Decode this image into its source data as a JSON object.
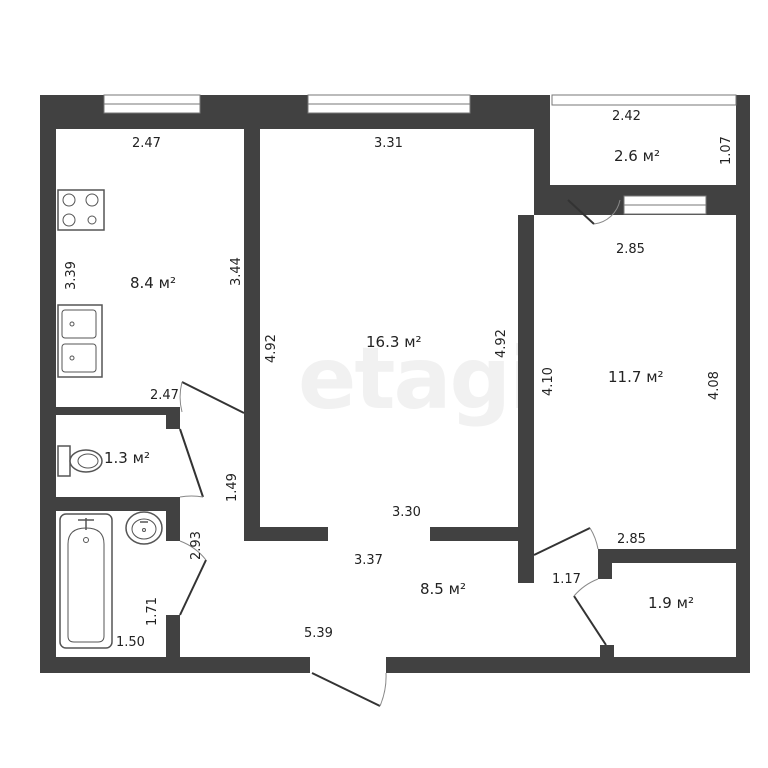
{
  "watermark": "etagi",
  "unit_suffix": "м²",
  "rooms": [
    {
      "id": "kitchen",
      "area": "8.4"
    },
    {
      "id": "living",
      "area": "16.3"
    },
    {
      "id": "balcony",
      "area": "2.6"
    },
    {
      "id": "bedroom",
      "area": "11.7"
    },
    {
      "id": "toilet",
      "area": "1.3"
    },
    {
      "id": "hall",
      "area": "8.5"
    },
    {
      "id": "closet",
      "area": "1.9"
    }
  ],
  "dimensions": {
    "kitchen_top": "2.47",
    "kitchen_left": "3.39",
    "kitchen_right": "3.44",
    "kitchen_bottom": "2.47",
    "living_top": "3.31",
    "living_left": "4.92",
    "living_right": "4.92",
    "living_bottom": "3.30",
    "balcony_top": "2.42",
    "balcony_right": "1.07",
    "bedroom_top": "2.85",
    "bedroom_left": "4.10",
    "bedroom_right": "4.08",
    "bedroom_bottom": "2.85",
    "corridor_upper": "1.49",
    "corridor_lower": "2.93",
    "hall_top": "3.37",
    "hall_bottom": "5.39",
    "closet_door": "1.17",
    "bath_side": "1.71",
    "bath_bottom": "1.50"
  }
}
